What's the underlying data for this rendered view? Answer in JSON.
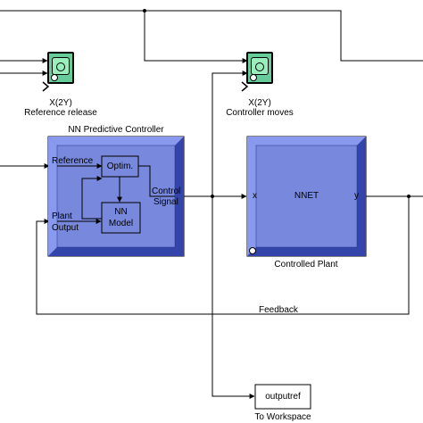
{
  "scopes": {
    "reference": {
      "name": "X(2Y)",
      "caption": "Reference release"
    },
    "controller": {
      "name": "X(2Y)",
      "caption": "Controller moves"
    }
  },
  "nn_controller": {
    "title": "NN Predictive Controller",
    "reference_port": "Reference",
    "plant_output_port_line1": "Plant",
    "plant_output_port_line2": "Output",
    "control_signal_line1": "Control",
    "control_signal_line2": "Signal",
    "optim_block": "Optim.",
    "nn_model_line1": "NN",
    "nn_model_line2": "Model"
  },
  "plant": {
    "label": "NNET",
    "input_port": "x",
    "output_port": "y",
    "caption": "Controlled Plant"
  },
  "feedback": {
    "label": "Feedback"
  },
  "workspace": {
    "var": "outputref",
    "caption": "To Workspace"
  },
  "colors": {
    "block_fill": "#7788dd",
    "block_border": "#000000",
    "scope_fill": "#66cc99",
    "line": "#000000"
  }
}
